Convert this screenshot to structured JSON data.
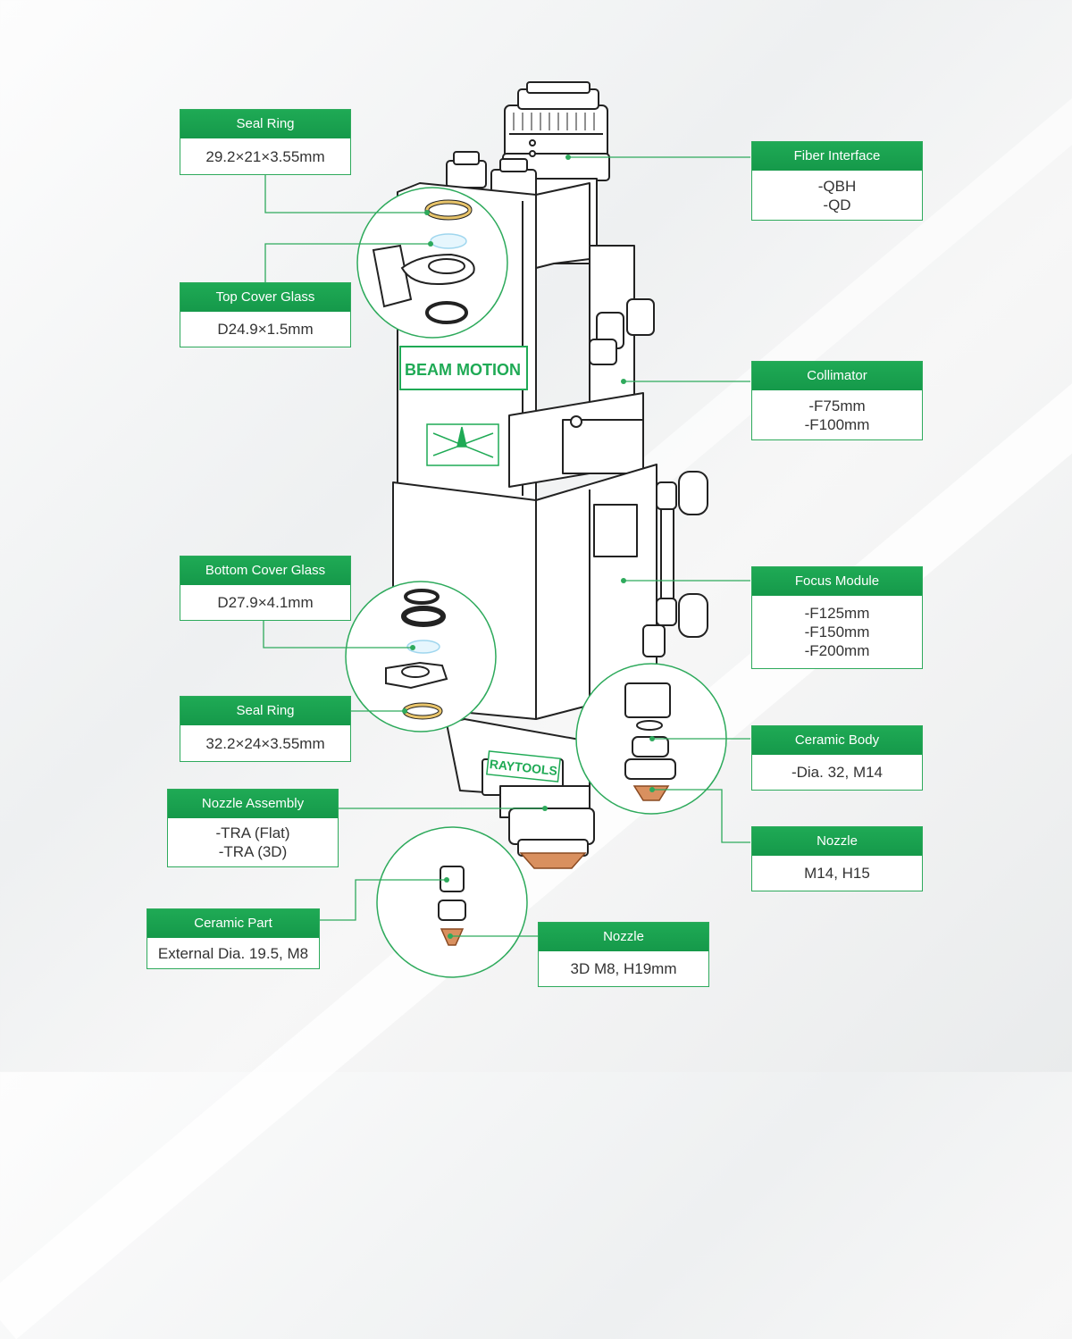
{
  "brand": {
    "beam_motion": "BEAM MOTION",
    "raytools": "RAYTOOLS"
  },
  "colors": {
    "accent": "#1faa55",
    "line": "#2eaa5c",
    "outline": "#222222",
    "copper": "#d9905f",
    "gold": "#e8c46a",
    "glass": "#9fd6ee"
  },
  "callouts": {
    "seal_ring_top": {
      "title": "Seal Ring",
      "lines": [
        "29.2×21×3.55mm"
      ]
    },
    "top_cover_glass": {
      "title": "Top Cover Glass",
      "lines": [
        "D24.9×1.5mm"
      ]
    },
    "bottom_cover_glass": {
      "title": "Bottom Cover Glass",
      "lines": [
        "D27.9×4.1mm"
      ]
    },
    "seal_ring_bottom": {
      "title": "Seal Ring",
      "lines": [
        "32.2×24×3.55mm"
      ]
    },
    "nozzle_assembly": {
      "title": "Nozzle Assembly",
      "lines": [
        "-TRA (Flat)",
        "-TRA (3D)"
      ]
    },
    "ceramic_part": {
      "title": "Ceramic Part",
      "lines": [
        "External Dia. 19.5, M8"
      ]
    },
    "nozzle_3d": {
      "title": "Nozzle",
      "lines": [
        "3D M8, H19mm"
      ]
    },
    "fiber_interface": {
      "title": "Fiber Interface",
      "lines": [
        "-QBH",
        "-QD"
      ]
    },
    "collimator": {
      "title": "Collimator",
      "lines": [
        "-F75mm",
        "-F100mm"
      ]
    },
    "focus_module": {
      "title": "Focus Module",
      "lines": [
        "-F125mm",
        "-F150mm",
        "-F200mm"
      ]
    },
    "ceramic_body": {
      "title": "Ceramic Body",
      "lines": [
        "-Dia. 32, M14"
      ]
    },
    "nozzle_flat": {
      "title": "Nozzle",
      "lines": [
        "M14, H15"
      ]
    }
  }
}
